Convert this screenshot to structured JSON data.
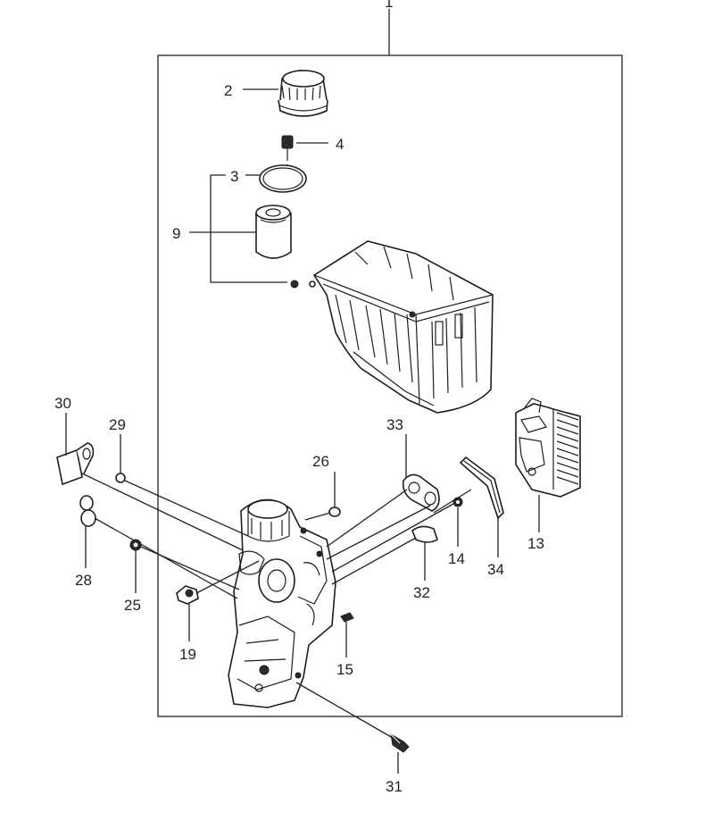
{
  "callouts": {
    "c1": "1",
    "c2": "2",
    "c3": "3",
    "c4": "4",
    "c9": "9",
    "c13": "13",
    "c14": "14",
    "c15": "15",
    "c19": "19",
    "c25": "25",
    "c26": "26",
    "c28": "28",
    "c29": "29",
    "c30": "30",
    "c31": "31",
    "c32": "32",
    "c33": "33",
    "c34": "34"
  }
}
